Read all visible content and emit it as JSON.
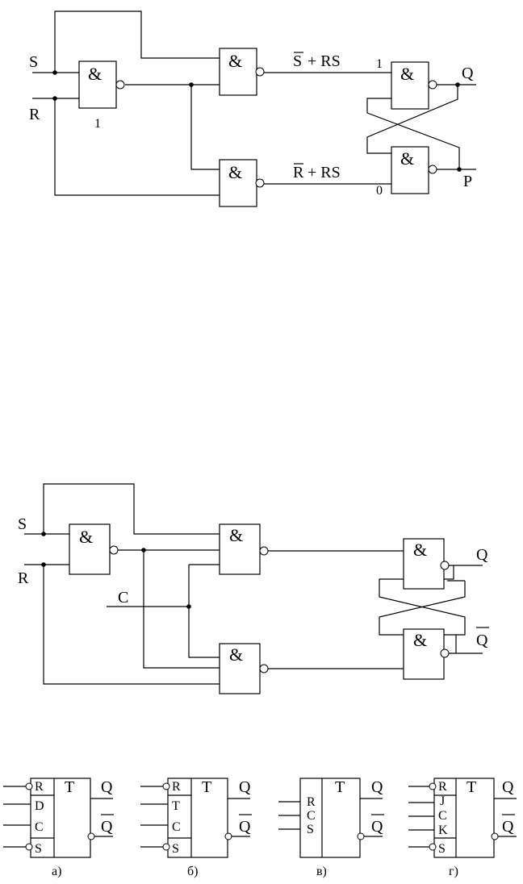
{
  "gate_symbol": "&",
  "diagram1": {
    "inputs": {
      "s": "S",
      "r": "R"
    },
    "gate_number": "1",
    "expr_top": {
      "bar": "S",
      "rest": " + RS"
    },
    "expr_bottom": {
      "bar": "R",
      "rest": " + RS"
    },
    "pin_top": "1",
    "pin_bottom": "0",
    "out_q": "Q",
    "out_p": "P"
  },
  "diagram2": {
    "inputs": {
      "s": "S",
      "r": "R",
      "c": "C"
    },
    "out_q": "Q",
    "out_qbar": "Q"
  },
  "triggers": [
    {
      "caption": "а)",
      "title": "T",
      "pins": [
        "R",
        "D",
        "C",
        "S"
      ],
      "out_q": "Q",
      "out_qbar": "Q"
    },
    {
      "caption": "б)",
      "title": "T",
      "pins": [
        "R",
        "T",
        "C",
        "S"
      ],
      "out_q": "Q",
      "out_qbar": "Q"
    },
    {
      "caption": "в)",
      "title": "T",
      "pins": [
        "R",
        "C",
        "S"
      ],
      "out_q": "Q",
      "out_qbar": "Q"
    },
    {
      "caption": "г)",
      "title": "T",
      "pins": [
        "R",
        "J",
        "C",
        "K",
        "S"
      ],
      "out_q": "Q",
      "out_qbar": "Q"
    }
  ]
}
